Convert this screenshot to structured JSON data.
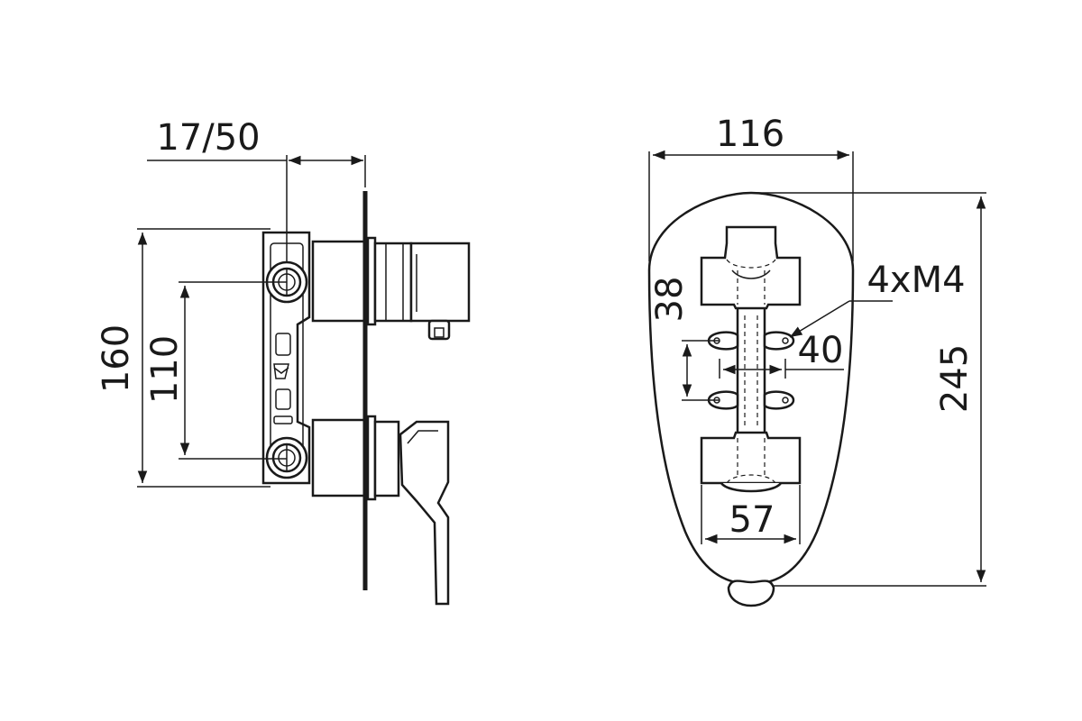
{
  "side_view": {
    "depth_label": "17/50",
    "height_label": "160",
    "spacing_label": "110"
  },
  "front_view": {
    "width_label": "116",
    "height_label": "245",
    "screw_label": "4xM4",
    "screw_vertical_label": "38",
    "screw_horizontal_label": "40",
    "bottom_width_label": "57"
  }
}
